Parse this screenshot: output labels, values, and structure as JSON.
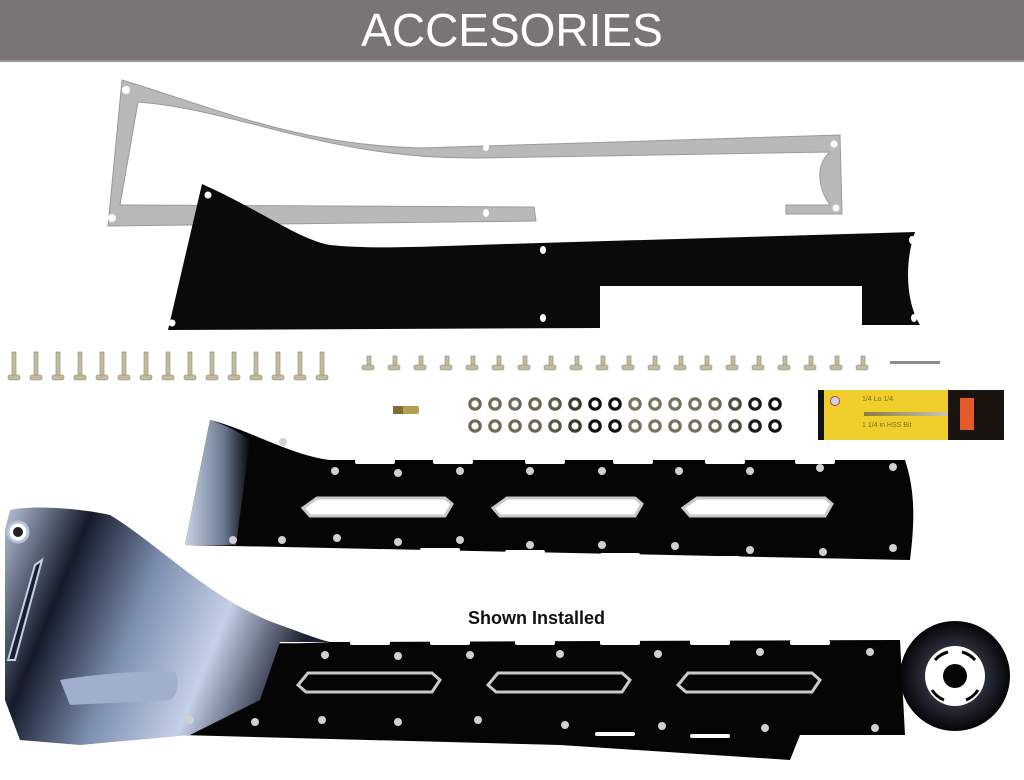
{
  "header": {
    "title": "ACCESORIES",
    "background_color": "#7a7474",
    "text_color": "#ffffff"
  },
  "caption": {
    "text": "Shown Installed"
  },
  "parts": {
    "metal_frame": {
      "label": "metal-frame-bracket",
      "color": "#b9b9b7"
    },
    "rubber_gasket": {
      "label": "black-rubber-gasket",
      "color": "#0a0a0a"
    },
    "long_screws": {
      "count": 15,
      "color": "#c2bb9f"
    },
    "short_screws": {
      "count": 20,
      "color": "#c2bb9f"
    },
    "washers": {
      "rows": 2,
      "per_row": 16
    },
    "spacer": {
      "label": "threaded-spacer"
    },
    "drill_bit_package": {
      "color": "#f0cf2c",
      "accent": "#e65a2a",
      "text_line_1": "1/4 Lo 1/4",
      "text_line_2": "1 1/4 in HSS Bit"
    },
    "slotted_cover": {
      "slots": 3,
      "color": "#050505"
    },
    "installed_swingarm": {
      "slots": 3
    }
  }
}
